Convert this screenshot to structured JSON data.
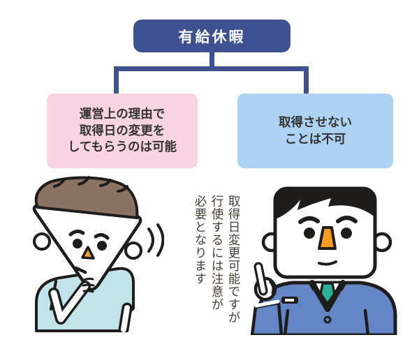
{
  "diagram": {
    "root": {
      "label": "有給休暇"
    },
    "branches": {
      "left": {
        "text": "運営上の理由で\n取得日の変更を\nしてもらうのは可能"
      },
      "right": {
        "text": "取得させない\nことは不可"
      }
    }
  },
  "caption": {
    "text": "取得日変更可能ですが\n行使するには注意が\n必要となります"
  },
  "figures": {
    "left": {
      "name": "worried-man"
    },
    "right": {
      "name": "businessman-pointing-up"
    }
  },
  "colors": {
    "navy": "#3d5191",
    "pink": "#f8d3e2",
    "light_blue": "#aed2f1",
    "suit_blue": "#6286c6",
    "tie_teal": "#2bb298",
    "hair_brown": "#8b7262",
    "shirt_aqua": "#c2e3e9",
    "nose_orange": "#f2a12d",
    "outline": "#1f1d1c",
    "box_text": "#333333",
    "caption_text": "#474039"
  }
}
